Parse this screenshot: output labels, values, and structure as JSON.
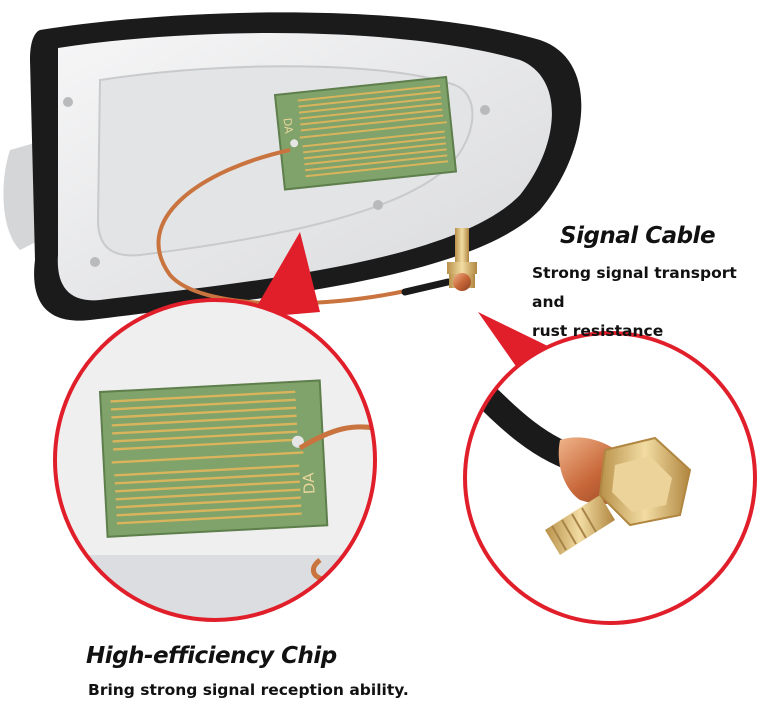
{
  "signal_cable": {
    "title": "Signal Cable",
    "description_line1": "Strong signal transport and",
    "description_line2": "rust resistance"
  },
  "chip": {
    "title": "High-efficiency Chip",
    "description": "Bring strong signal reception ability."
  },
  "chip_marking": "DA",
  "colors": {
    "callout_red": "#e01f2b",
    "housing_dark": "#1b1b1b",
    "housing_white": "#eeeff0",
    "chip_green": "#7fa36a",
    "chip_gold": "#d9b45c",
    "copper_wire": "#c9743f",
    "brass_bolt": "#e3c27d",
    "cable_black": "#1a1a1a"
  }
}
